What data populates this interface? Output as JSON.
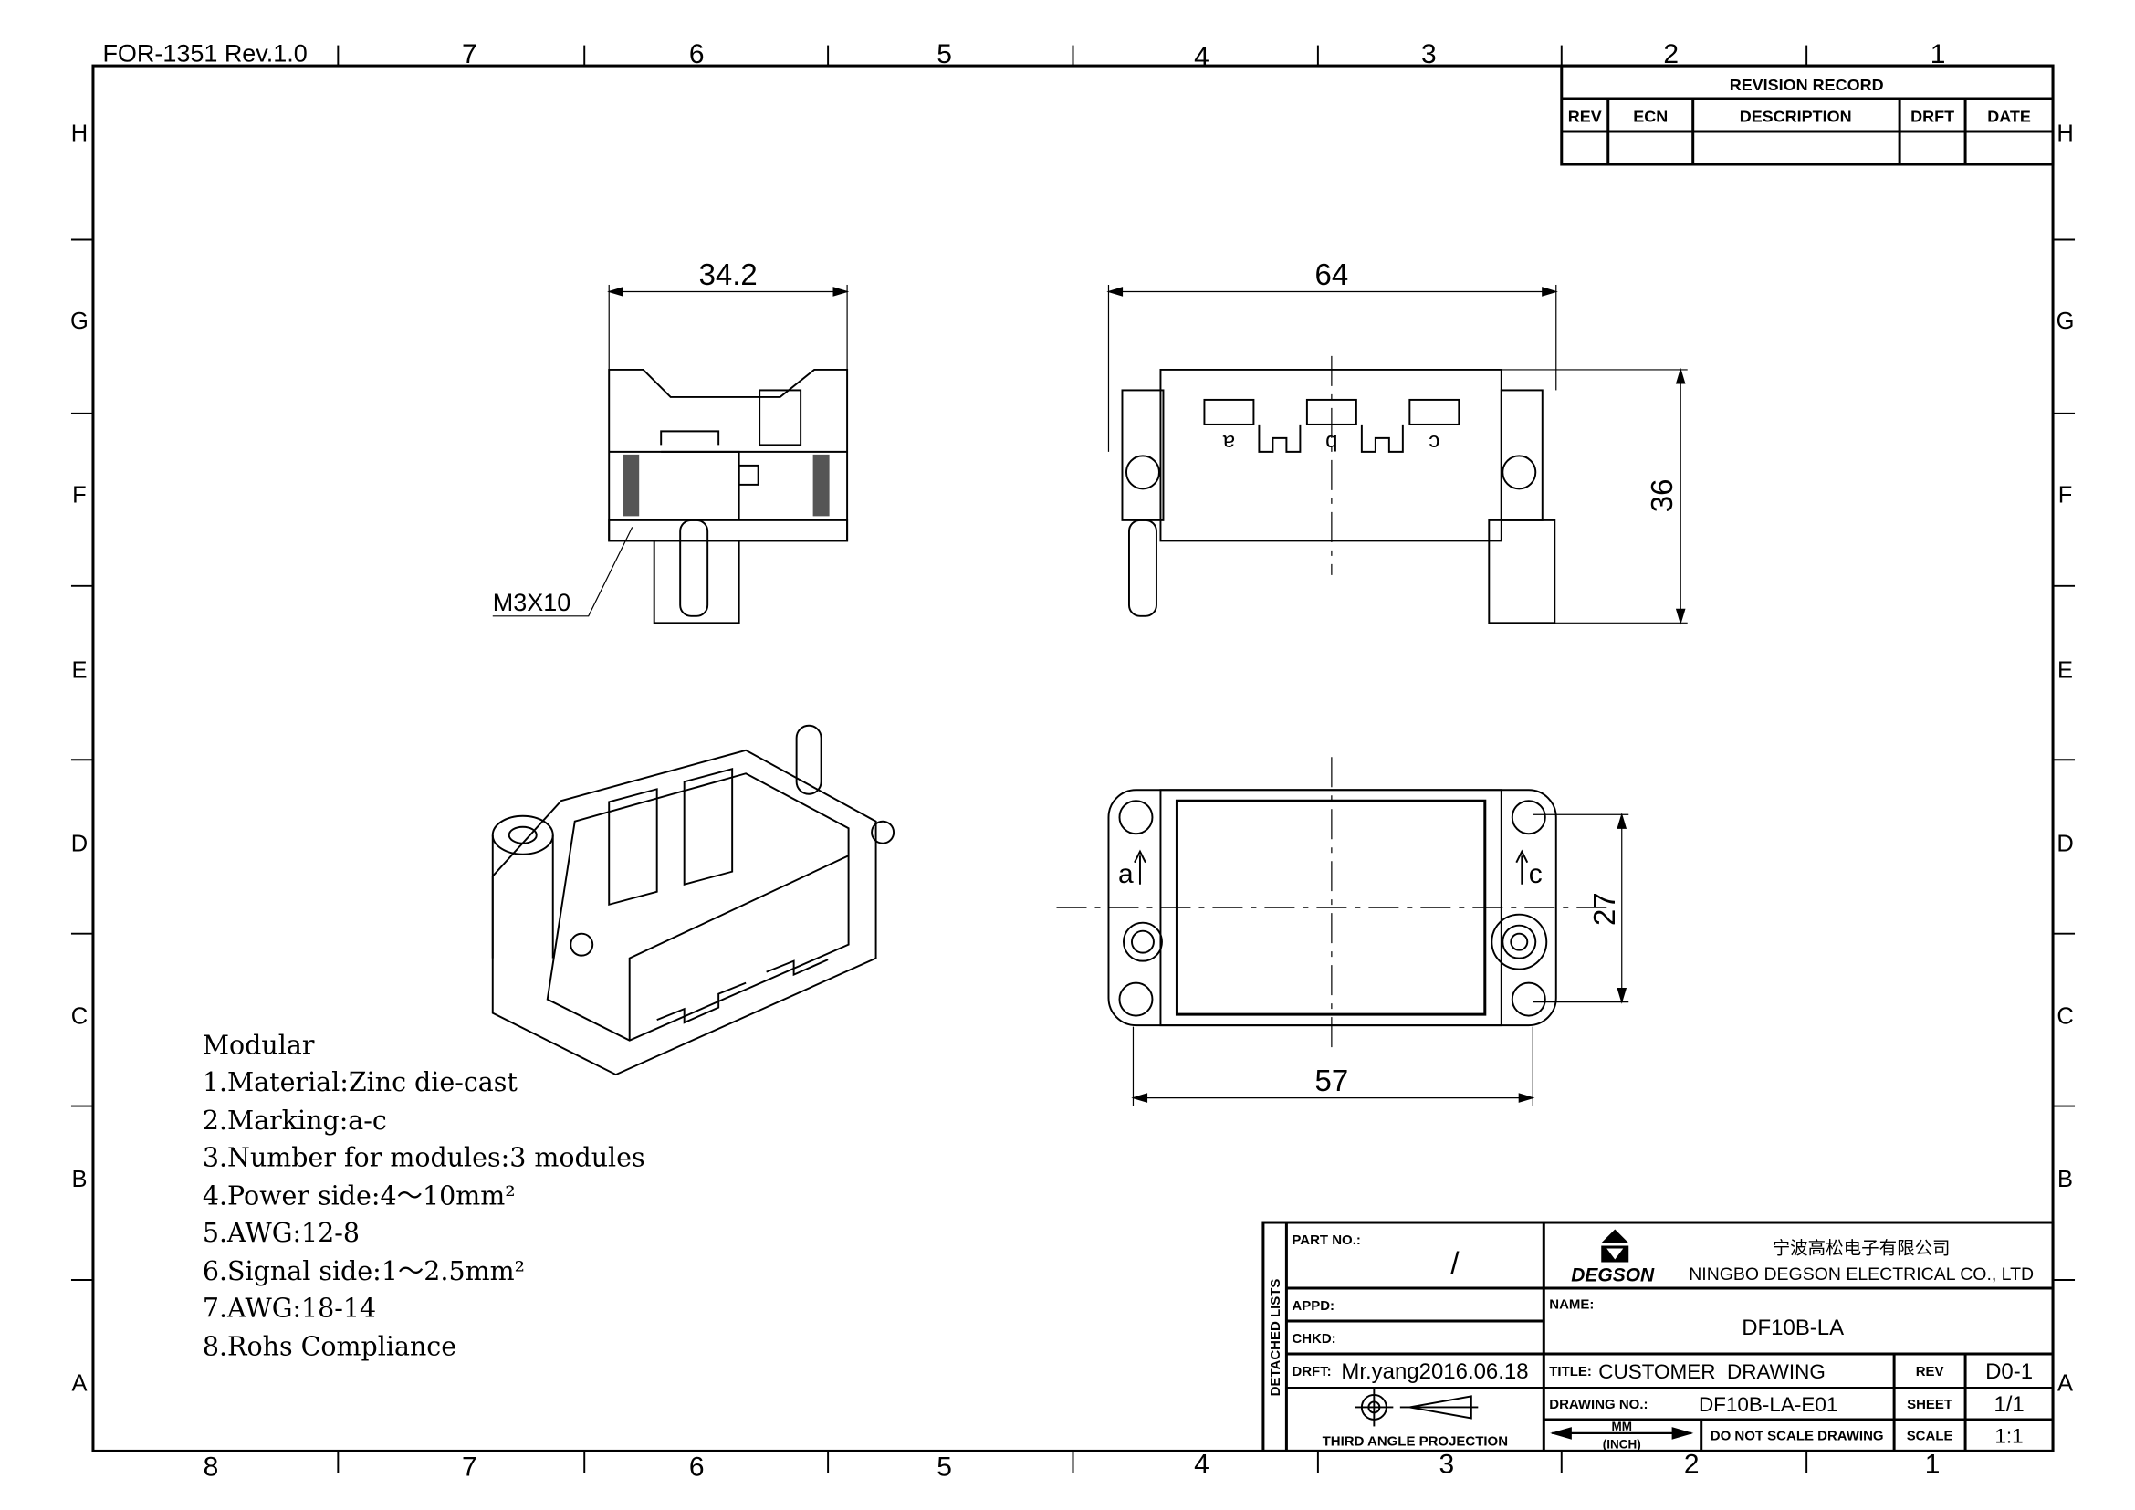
{
  "frame": {
    "form_label": "FOR-1351 Rev.1.0",
    "top_columns": [
      "7",
      "6",
      "5",
      "4",
      "3",
      "2",
      "1"
    ],
    "bottom_columns": [
      "8",
      "7",
      "6",
      "5",
      "4",
      "3",
      "2",
      "1"
    ],
    "rows": [
      "H",
      "G",
      "F",
      "E",
      "D",
      "C",
      "B",
      "A"
    ]
  },
  "revision_record": {
    "title": "REVISION RECORD",
    "headers": [
      "REV",
      "ECN",
      "DESCRIPTION",
      "DRFT",
      "DATE"
    ]
  },
  "views": {
    "side_view": {
      "width_dim": "34.2",
      "screw_label": "M3X10"
    },
    "front_view": {
      "width_dim": "64",
      "height_dim": "36",
      "markings": [
        "a",
        "b",
        "c"
      ]
    },
    "top_view": {
      "width_dim": "57",
      "height_dim": "27",
      "marking_a": "a",
      "marking_c": "c"
    }
  },
  "notes": {
    "heading": "Modular",
    "items": [
      "1.Material:Zinc die-cast",
      "2.Marking:a-c",
      "3.Number for modules:3 modules",
      "4.Power side:4～10mm²",
      "5.AWG:12-8",
      "6.Signal side:1～2.5mm²",
      "7.AWG:18-14",
      "8.Rohs Compliance"
    ]
  },
  "title_block": {
    "detached_lists": "DETACHED LISTS",
    "part_no_label": "PART NO.:",
    "part_no_value": "/",
    "appd_label": "APPD:",
    "chkd_label": "CHKD:",
    "drft_label": "DRFT:",
    "drft_value": "Mr.yang2016.06.18",
    "projection_label": "THIRD ANGLE PROJECTION",
    "logo_text": "DEGSON",
    "company_cn": "宁波高松电子有限公司",
    "company_en": "NINGBO DEGSON ELECTRICAL CO., LTD",
    "name_label": "NAME:",
    "name_value": "DF10B-LA",
    "title_label": "TITLE:",
    "title_value": "CUSTOMER  DRAWING",
    "rev_label": "REV",
    "rev_value": "D0-1",
    "drawing_no_label": "DRAWING NO.:",
    "drawing_no_value": "DF10B-LA-E01",
    "sheet_label": "SHEET",
    "sheet_value": "1/1",
    "units_top": "MM",
    "units_bottom": "(INCH)",
    "no_scale": "DO NOT SCALE DRAWING",
    "scale_label": "SCALE",
    "scale_value": "1:1"
  }
}
